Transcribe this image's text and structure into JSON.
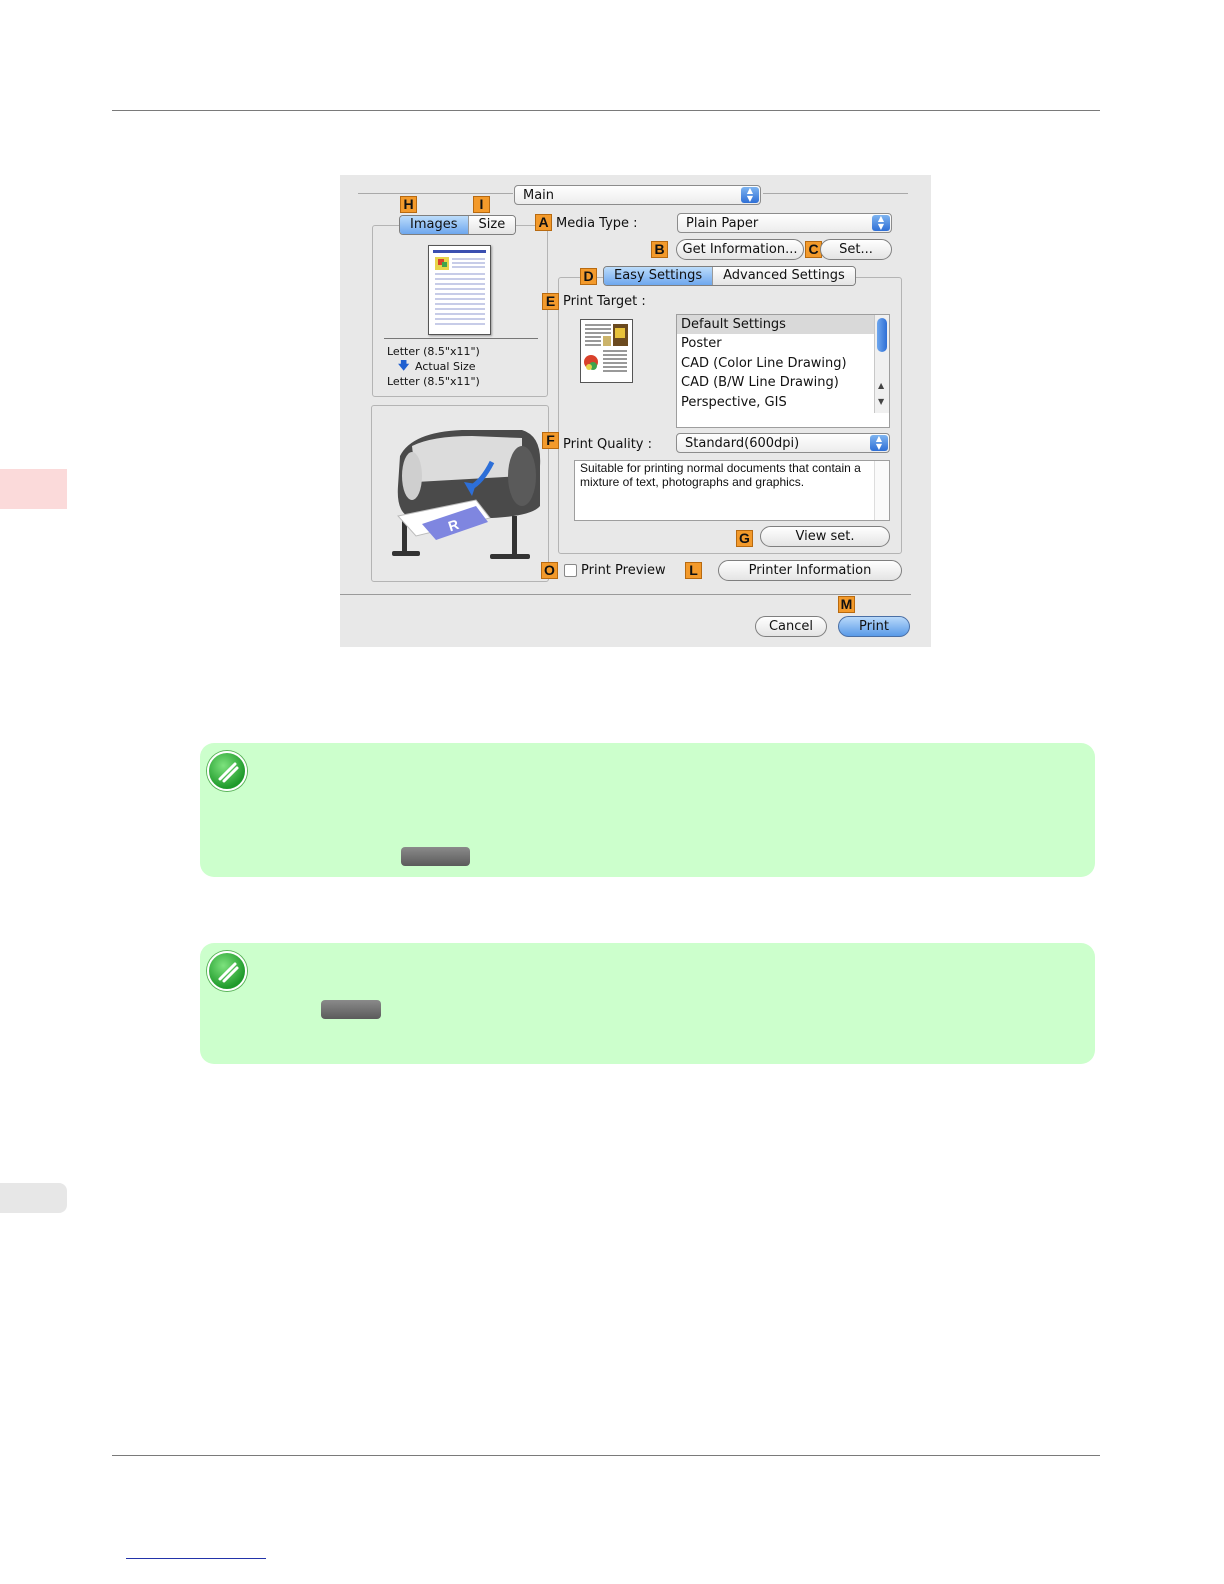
{
  "dialog": {
    "menu_popup": "Main",
    "tabs_left": [
      "Images",
      "Size"
    ],
    "media_type_label": "Media Type :",
    "media_type_value": "Plain Paper",
    "get_information_button": "Get Information...",
    "set_button": "Set...",
    "settings_tabs": [
      "Easy Settings",
      "Advanced Settings"
    ],
    "print_target_label": "Print Target :",
    "print_target_items": [
      "Default Settings",
      "Poster",
      "CAD (Color Line Drawing)",
      "CAD (B/W Line Drawing)",
      "Perspective, GIS"
    ],
    "paper_info": {
      "original": "Letter (8.5\"x11\")",
      "scale": "Actual Size",
      "output": "Letter (8.5\"x11\")"
    },
    "print_quality_label": "Print Quality :",
    "print_quality_value": "Standard(600dpi)",
    "description": "Suitable for printing normal documents that contain a mixture of text, photographs and graphics.",
    "view_set_button": "View set.",
    "print_preview_label": "Print Preview",
    "printer_information_button": "Printer Information",
    "cancel_button": "Cancel",
    "print_button": "Print",
    "badges": {
      "A": "A",
      "B": "B",
      "C": "C",
      "D": "D",
      "E": "E",
      "F": "F",
      "G": "G",
      "H": "H",
      "I": "I",
      "L": "L",
      "M": "M",
      "O": "O"
    }
  },
  "colors": {
    "badge": "#f39a2b",
    "note_bg": "#ccffcc",
    "side_tab": "#fbdada",
    "selected_tab": "#6ea7ee"
  },
  "icons": {
    "note": "pencil-note-icon",
    "popup_arrows": "up-down-arrows-icon",
    "paper_arrow": "down-arrow-icon"
  }
}
